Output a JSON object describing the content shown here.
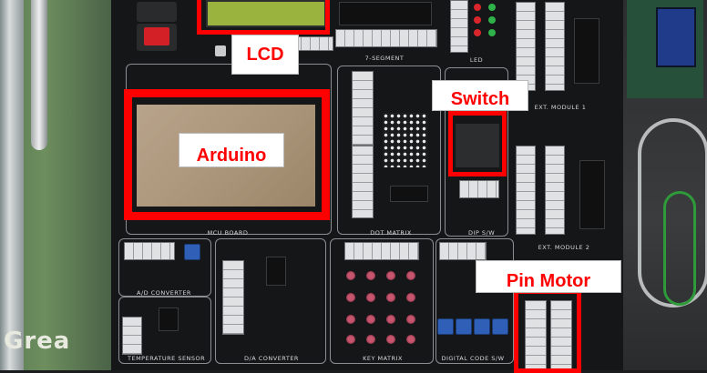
{
  "labels": {
    "lcd": "LCD",
    "arduino": "Arduino",
    "switch": "Switch",
    "pin_motor": "Pin Motor"
  },
  "silkscreen": {
    "seven_segment": "7-SEGMENT",
    "led": "LED",
    "ext_module_1": "EXT. MODULE 1",
    "ext_module_2": "EXT. MODULE 2",
    "mcu_board": "MCU BOARD",
    "dot_matrix": "DOT MATRIX",
    "dip_sw": "DIP S/W",
    "ad_converter": "A/D CONVERTER",
    "temperature_sensor": "TEMPERATURE SENSOR",
    "da_converter": "D/A CONVERTER",
    "key_matrix": "KEY MATRIX",
    "digital_code_sw": "DIGITAL CODE S/W",
    "floor_text": "Grea"
  },
  "colors": {
    "highlight": "#ff0000",
    "label_text": "#ff0000",
    "label_bg": "#ffffff"
  }
}
